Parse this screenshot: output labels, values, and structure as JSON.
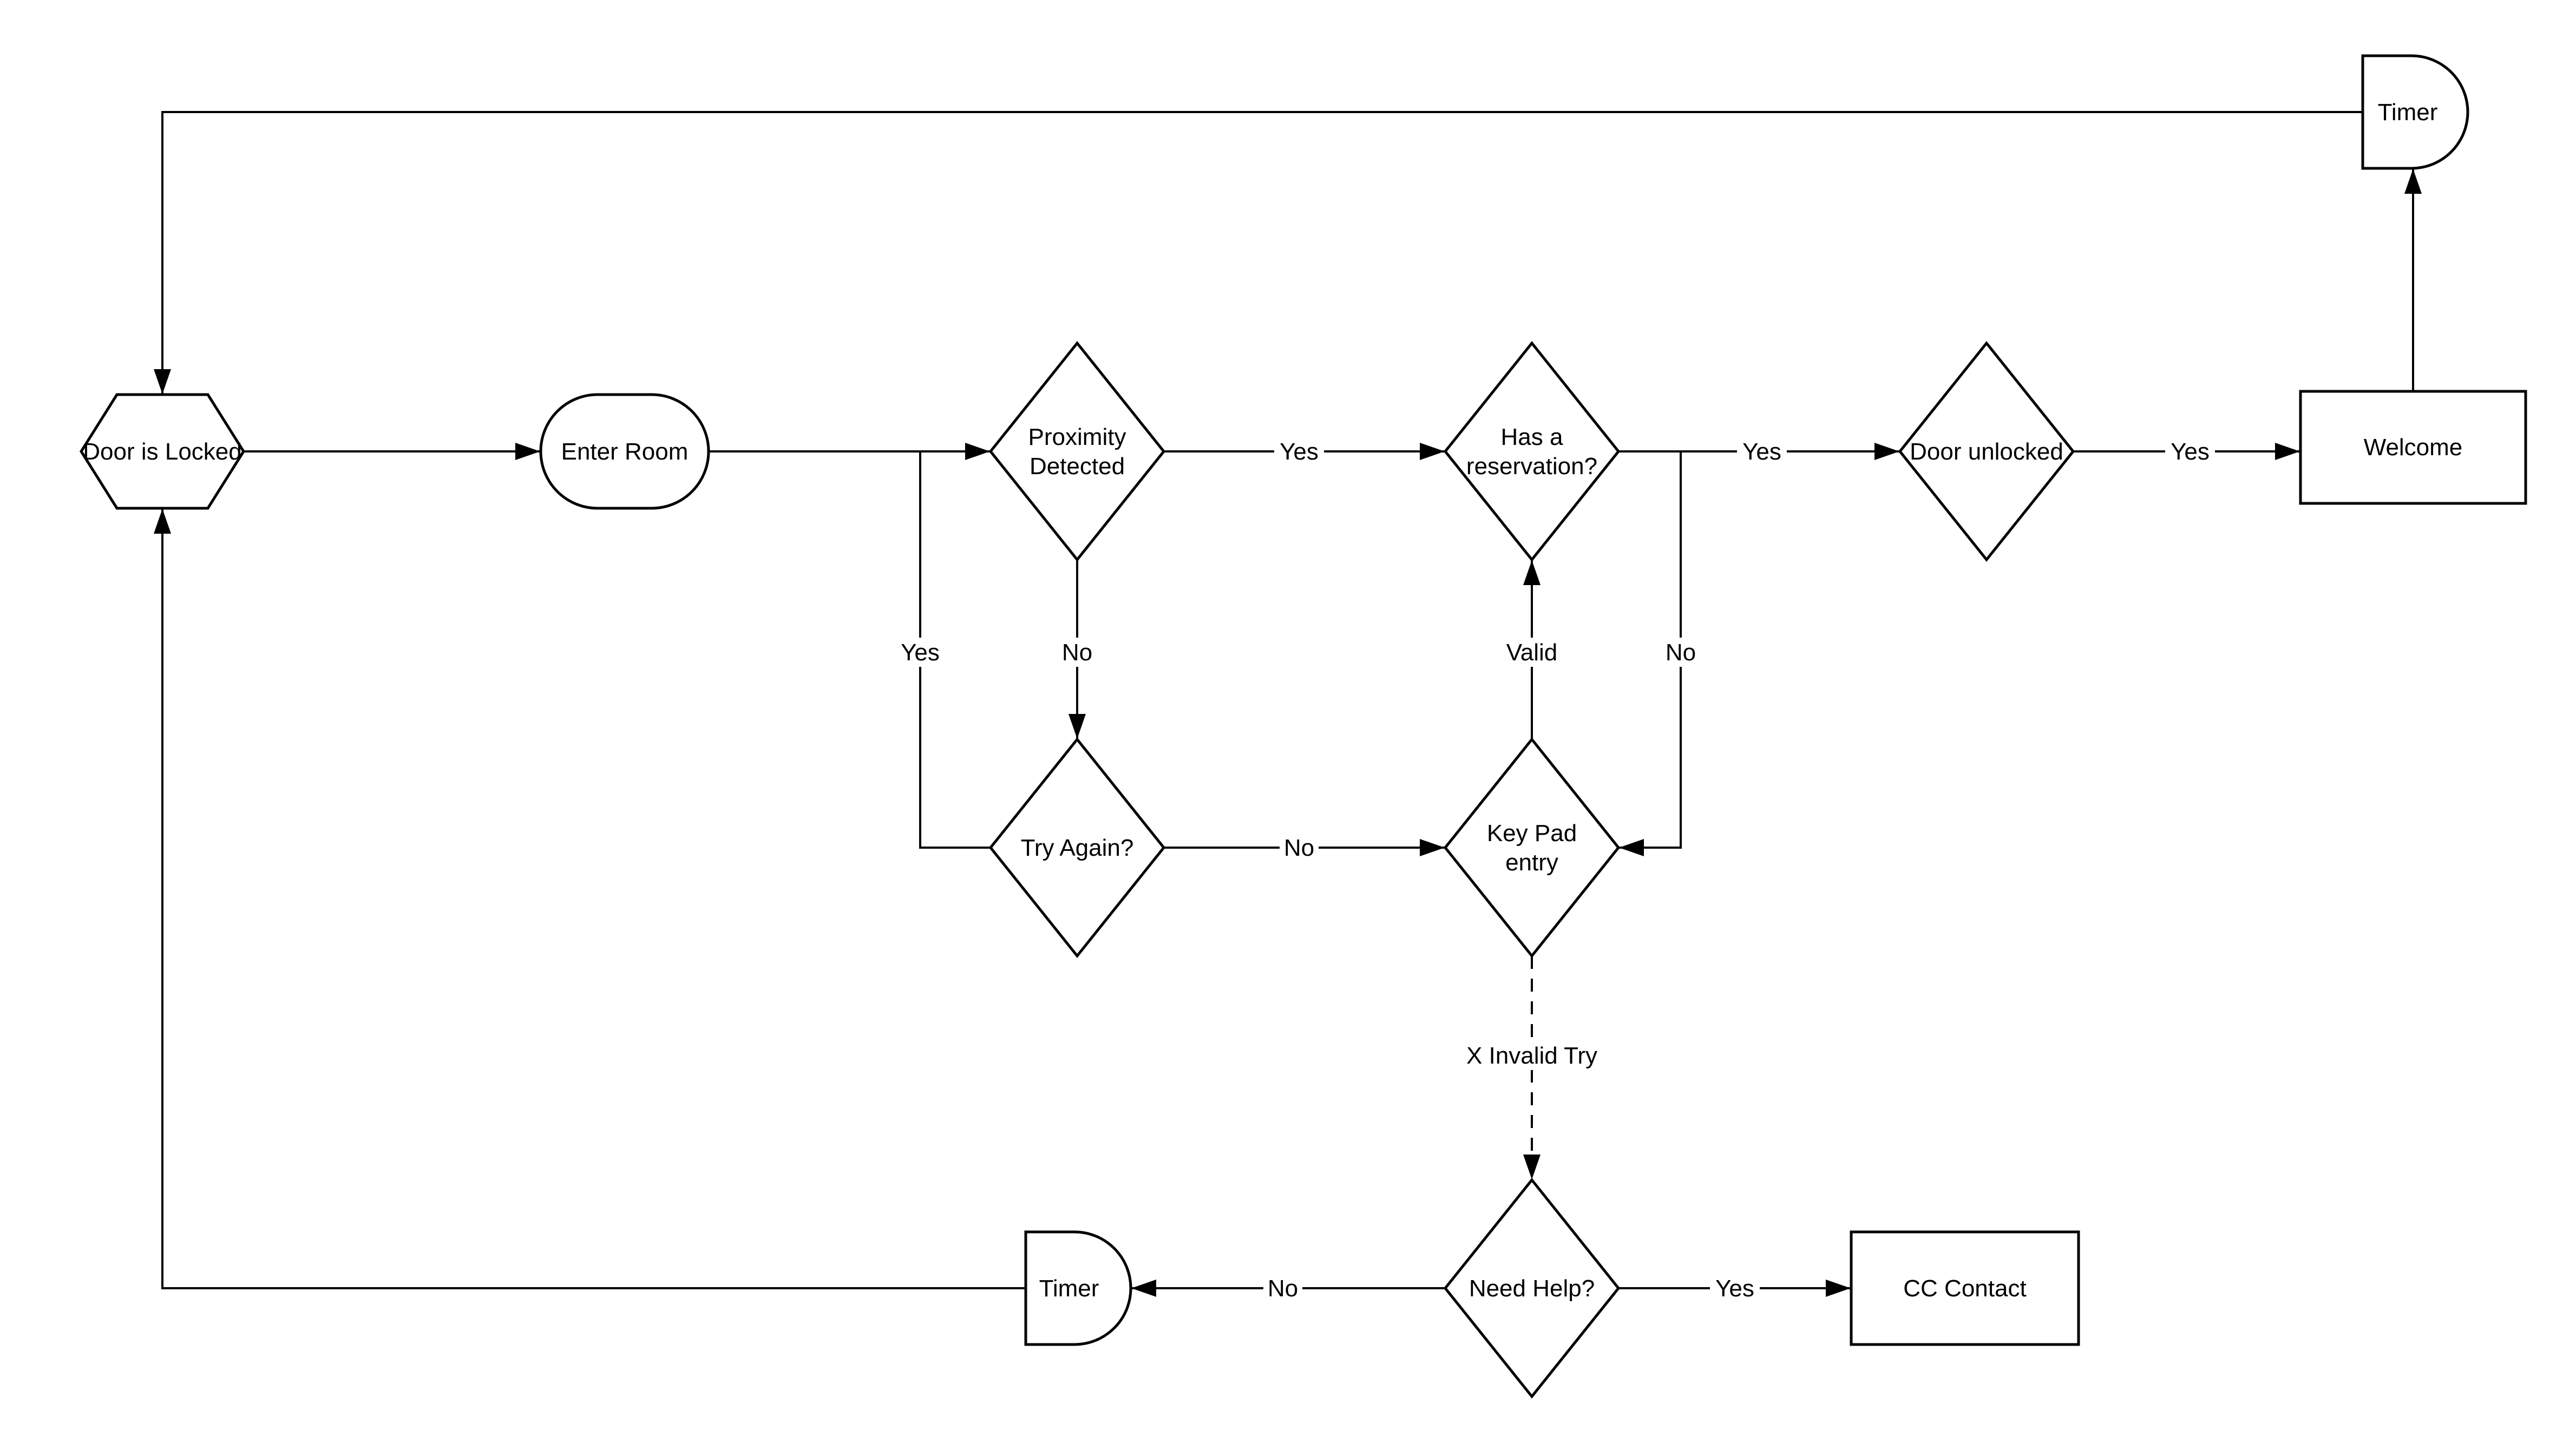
{
  "diagram": {
    "colors": {
      "stroke": "#000000",
      "text": "#000000",
      "node_fill": "#ffffff",
      "background": "#ffffff"
    },
    "nodes": {
      "door_locked": {
        "label": "Door is Locked",
        "shape": "hexagon"
      },
      "enter_room": {
        "label": "Enter Room",
        "shape": "terminator"
      },
      "proximity": {
        "line1": "Proximity",
        "line2": "Detected",
        "shape": "decision"
      },
      "reservation": {
        "line1": "Has a",
        "line2": "reservation?",
        "shape": "decision"
      },
      "door_unlocked": {
        "label": "Door unlocked",
        "shape": "decision"
      },
      "welcome": {
        "label": "Welcome",
        "shape": "process"
      },
      "timer_top": {
        "label": "Timer",
        "shape": "delay"
      },
      "try_again": {
        "label": "Try Again?",
        "shape": "decision"
      },
      "keypad": {
        "line1": "Key Pad",
        "line2": "entry",
        "shape": "decision"
      },
      "need_help": {
        "label": "Need Help?",
        "shape": "decision"
      },
      "timer_bottom": {
        "label": "Timer",
        "shape": "delay"
      },
      "cc_contact": {
        "label": "CC Contact",
        "shape": "process"
      }
    },
    "edge_labels": {
      "proximity_yes": "Yes",
      "proximity_no": "No",
      "try_again_yes": "Yes",
      "try_again_no": "No",
      "keypad_valid": "Valid",
      "reservation_no": "No",
      "reservation_yes": "Yes",
      "door_unlocked_yes": "Yes",
      "keypad_invalid_try": "X Invalid Try",
      "need_help_no": "No",
      "need_help_yes": "Yes"
    }
  }
}
